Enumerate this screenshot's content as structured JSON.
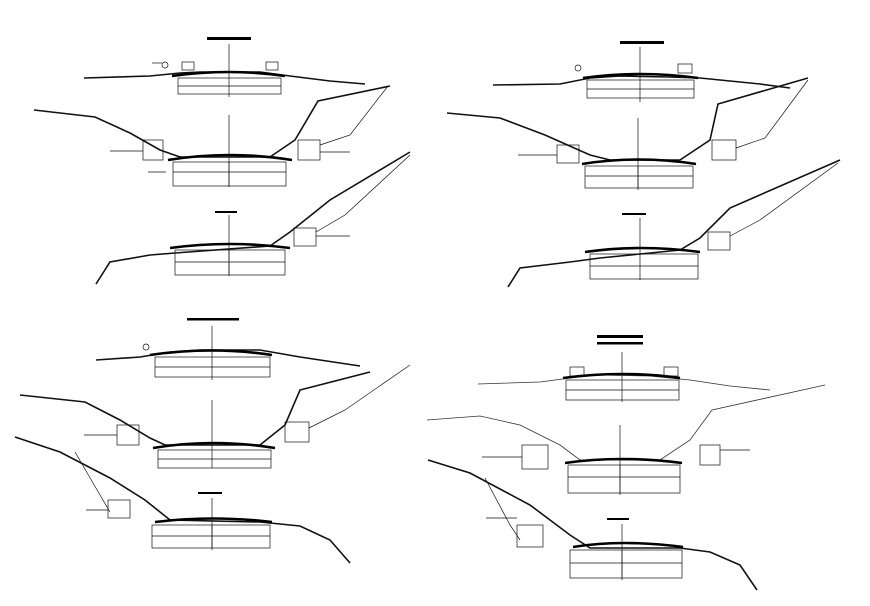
{
  "drawing": {
    "panels": [
      {
        "id": "top-left",
        "title": ""
      },
      {
        "id": "top-right",
        "title": ""
      },
      {
        "id": "bottom-left",
        "title": "",
        "note": ""
      },
      {
        "id": "bottom-right",
        "title": ""
      }
    ],
    "colors": {
      "line": "#111111",
      "background": "#ffffff"
    }
  }
}
